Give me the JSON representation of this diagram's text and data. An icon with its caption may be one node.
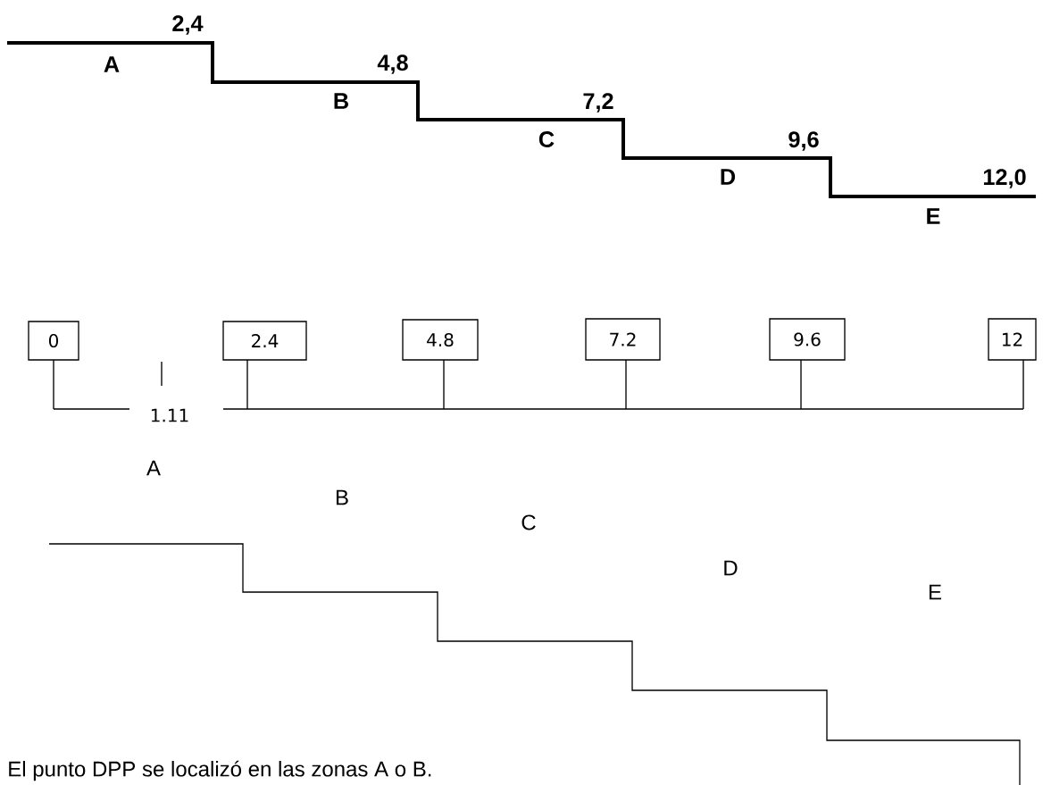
{
  "diagram": {
    "nodes": [
      {
        "text": [
          "0"
        ]
      },
      {
        "text": [
          "2.4"
        ]
      },
      {
        "text": [
          "4.8"
        ]
      },
      {
        "text": [
          "7.2"
        ]
      },
      {
        "text": [
          "9.6"
        ]
      },
      {
        "text": [
          "12"
        ]
      }
    ],
    "labels": [
      "2,4",
      "A",
      "4,8",
      "B",
      "7,2",
      "C",
      "9,6",
      "D",
      "12,0",
      "E",
      "1.11",
      "A",
      "B",
      "C",
      "D",
      "E",
      "El punto DPP se localizó en las zonas A o B."
    ]
  }
}
